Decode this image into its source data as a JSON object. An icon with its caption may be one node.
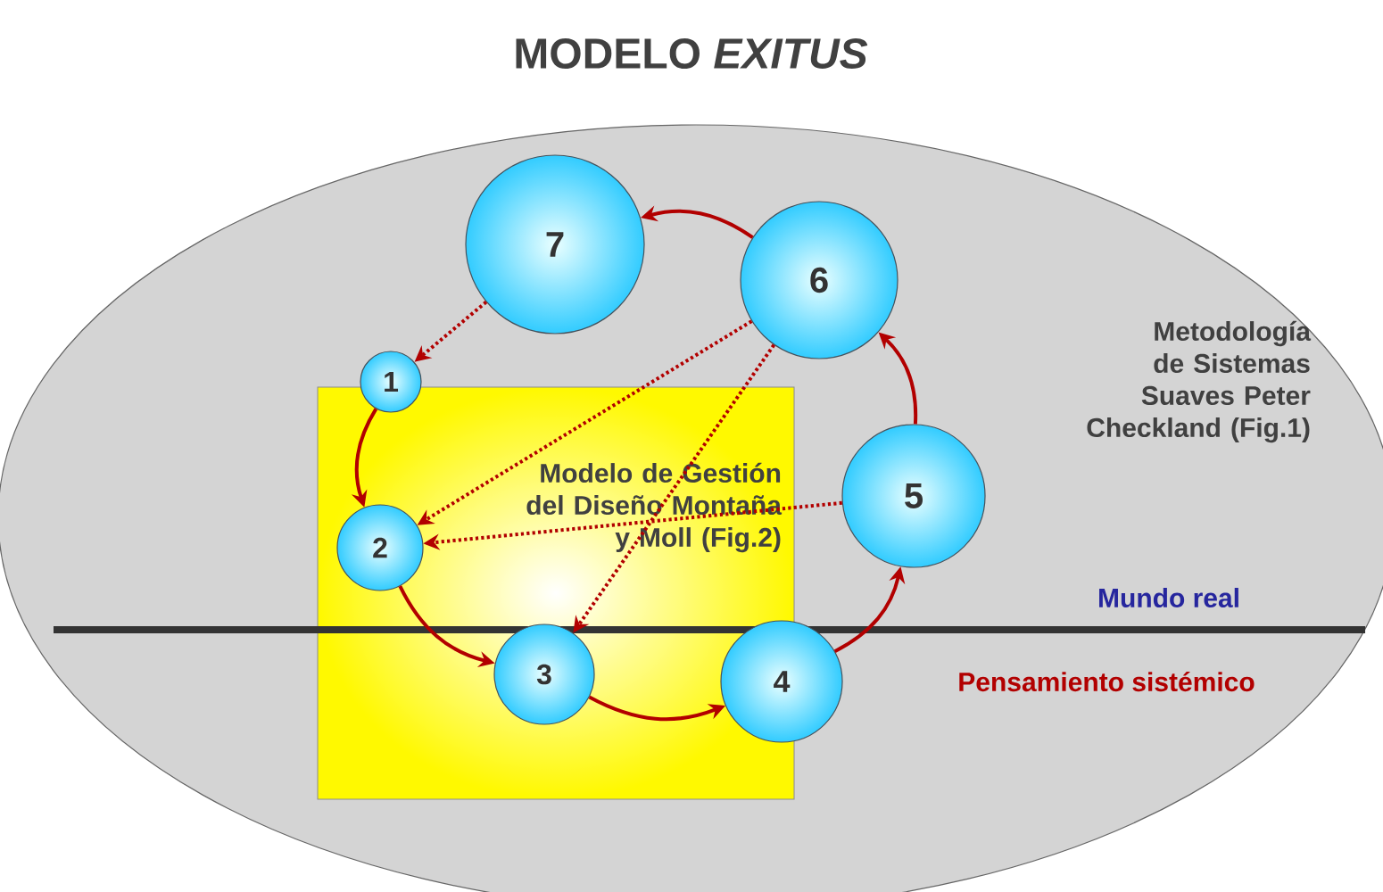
{
  "diagram": {
    "title": "MODELO *EXITUS*",
    "nodes": [
      {
        "text": [
          "Metodología de Sistemas Suaves Peter Checkland (Fig.1)"
        ]
      },
      {
        "text": [
          "Modelo de Gestión del Diseño Montaña y Moll (Fig.2)"
        ],
        "in": 0
      },
      {
        "text": [
          "1"
        ],
        "in": 0
      },
      {
        "text": [
          "2"
        ],
        "in": 1
      },
      {
        "text": [
          "3"
        ],
        "in": 1
      },
      {
        "text": [
          "4"
        ],
        "in": 0
      },
      {
        "text": [
          "5"
        ],
        "in": 0
      },
      {
        "text": [
          "6"
        ],
        "in": 0
      },
      {
        "text": [
          "7"
        ],
        "in": 0
      }
    ],
    "edges": [
      {
        "from": 2,
        "to": 3,
        "arrow": "to"
      },
      {
        "from": 3,
        "to": 4,
        "arrow": "to"
      },
      {
        "from": 4,
        "to": 5,
        "arrow": "to"
      },
      {
        "from": 5,
        "to": 6,
        "arrow": "to"
      },
      {
        "from": 6,
        "to": 7,
        "arrow": "to"
      },
      {
        "from": 7,
        "to": 8,
        "arrow": "to"
      },
      {
        "from": 8,
        "to": 2,
        "arrow": "to",
        "style": "dashed"
      },
      {
        "from": 7,
        "to": 3,
        "arrow": "to",
        "style": "dashed"
      },
      {
        "from": 7,
        "to": 4,
        "arrow": "to",
        "style": "dashed"
      },
      {
        "from": 6,
        "to": 3,
        "arrow": "to",
        "style": "dashed"
      }
    ],
    "labels": [
      "Mundo real",
      "Pensamiento sistémico"
    ]
  }
}
